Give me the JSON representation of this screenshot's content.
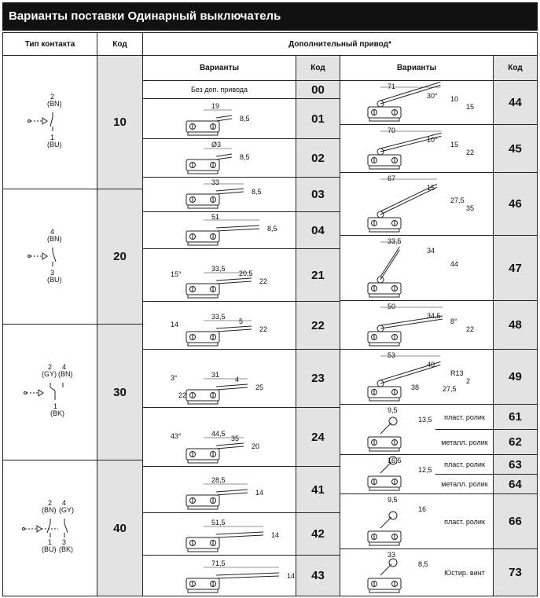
{
  "title": "Варианты поставки Одинарный выключатель",
  "headers": {
    "contact_type": "Тип контакта",
    "code": "Код",
    "extra_drive": "Дополнительный привод*",
    "variants_left": "Варианты",
    "code_left": "Код",
    "variants_right": "Варианты",
    "code_right": "Код"
  },
  "contact_groups": [
    {
      "code": "10",
      "labels": [
        "2",
        "(BN)",
        "1",
        "(BU)"
      ]
    },
    {
      "code": "20",
      "labels": [
        "4",
        "(BN)",
        "3",
        "(BU)"
      ]
    },
    {
      "code": "30",
      "labels": [
        "2",
        "4",
        "(GY)",
        "(BN)",
        "1",
        "(BK)"
      ]
    },
    {
      "code": "40",
      "labels": [
        "2",
        "4",
        "(BN)",
        "(GY)",
        "1",
        "3",
        "(BU)",
        "(BK)"
      ]
    }
  ],
  "left_variants": [
    {
      "code": "00",
      "text": "Без доп. привода",
      "dims": []
    },
    {
      "code": "01",
      "dims": [
        "19",
        "8,5"
      ]
    },
    {
      "code": "02",
      "dims": [
        "Ø3",
        "8,5"
      ]
    },
    {
      "code": "03",
      "dims": [
        "33",
        "8,5"
      ]
    },
    {
      "code": "04",
      "dims": [
        "51",
        "8,5"
      ]
    },
    {
      "code": "21",
      "dims": [
        "33,5",
        "22",
        "15°",
        "20,5"
      ]
    },
    {
      "code": "22",
      "dims": [
        "33,5",
        "22",
        "14",
        "5"
      ]
    },
    {
      "code": "23",
      "dims": [
        "31",
        "25",
        "3°",
        "4",
        "22"
      ]
    },
    {
      "code": "24",
      "dims": [
        "44,5",
        "20",
        "43°",
        "35"
      ]
    },
    {
      "code": "41",
      "dims": [
        "28,5",
        "14"
      ]
    },
    {
      "code": "42",
      "dims": [
        "51,5",
        "14"
      ]
    },
    {
      "code": "43",
      "dims": [
        "71,5",
        "14"
      ]
    }
  ],
  "right_variants": [
    {
      "code": "44",
      "dims": [
        "71",
        "30°",
        "10",
        "15"
      ]
    },
    {
      "code": "45",
      "dims": [
        "70",
        "10°",
        "15",
        "22"
      ]
    },
    {
      "code": "46",
      "dims": [
        "67",
        "15",
        "27,5",
        "35"
      ]
    },
    {
      "code": "47",
      "dims": [
        "33,5",
        "34",
        "44"
      ]
    },
    {
      "code": "48",
      "dims": [
        "50",
        "34,5",
        "8°",
        "22"
      ]
    },
    {
      "code": "49",
      "dims": [
        "53",
        "40",
        "R13",
        "2",
        "27,5",
        "38"
      ]
    },
    {
      "code": "61",
      "label": "пласт. ролик",
      "dims": [
        "9,5",
        "13,5"
      ]
    },
    {
      "code": "62",
      "label": "металл. ролик"
    },
    {
      "code": "63",
      "label": "пласт. ролик",
      "dims": [
        "16,5",
        "12,5"
      ]
    },
    {
      "code": "64",
      "label": "металл. ролик"
    },
    {
      "code": "66",
      "label": "пласт. ролик",
      "dims": [
        "9,5",
        "16"
      ]
    },
    {
      "code": "73",
      "label": "Юстир. винт",
      "dims": [
        "33",
        "8,5"
      ]
    }
  ]
}
